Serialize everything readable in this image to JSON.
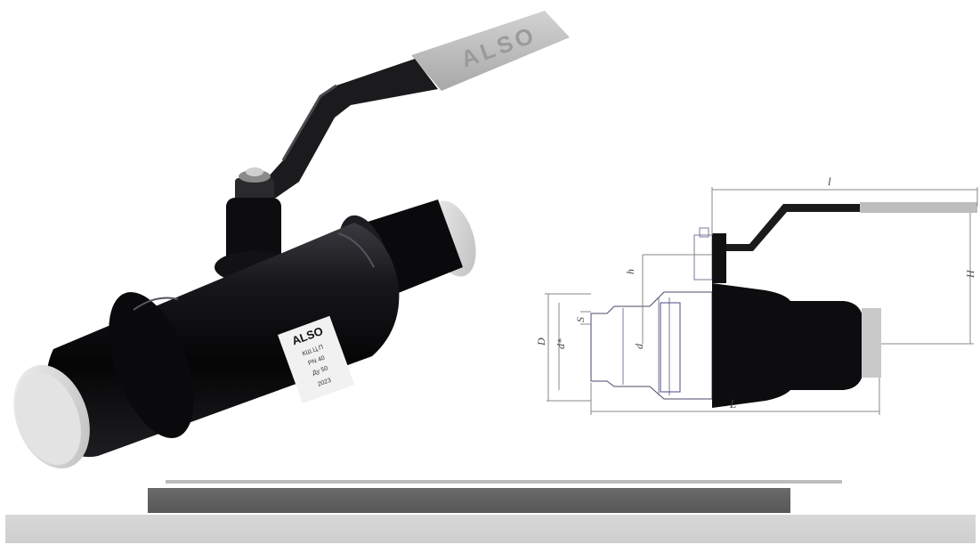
{
  "product": {
    "brand_on_handle": "ALSO",
    "brand_on_label": "ALSO",
    "label_lines": [
      "КШ.Ц.П",
      "PN 40",
      "Ду 50",
      "2023"
    ]
  },
  "drawing": {
    "dims": {
      "handle_length": "l",
      "height_total": "H",
      "height_stem": "h",
      "outer_diameter": "D",
      "pipe_diameter": "d*",
      "bore": "d",
      "wall": "S",
      "body_length": "L"
    }
  },
  "colors": {
    "body": "#0c0c0e",
    "handle": "#1a1a1a",
    "grip": "#bdbdbd",
    "end_cap": "#d9d9d9",
    "bar_dark": "#5f5f5f",
    "bar_light": "#d4d4d4"
  }
}
